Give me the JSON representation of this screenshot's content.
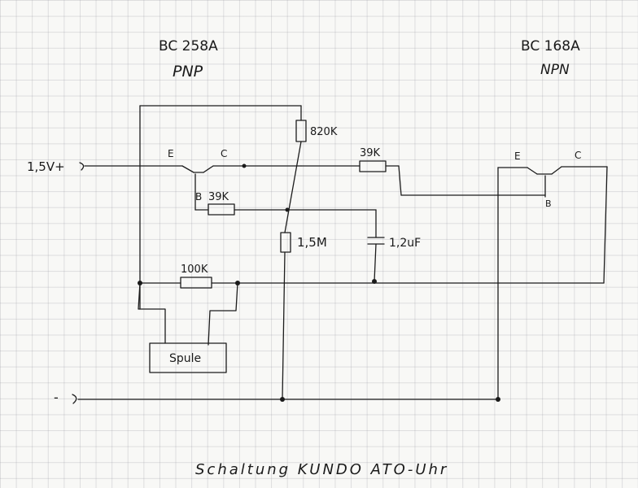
{
  "transistors": {
    "pnp": {
      "part": "BC 258A",
      "type": "PNP",
      "pins": {
        "emitter": "E",
        "collector": "C",
        "base": "B"
      }
    },
    "npn": {
      "part": "BC 168A",
      "type": "NPN",
      "pins": {
        "emitter": "E",
        "collector": "C",
        "base": "B"
      }
    }
  },
  "terminals": {
    "positive": "1,5V+",
    "negative": "-"
  },
  "components": {
    "r820k": "820K",
    "r39k_a": "39K",
    "r39k_b": "39K",
    "r1m5": "1,5M",
    "c1": "1,2uF",
    "r100k": "100K",
    "coil": "Spule"
  },
  "caption": "Schaltung KUNDO ATO-Uhr"
}
